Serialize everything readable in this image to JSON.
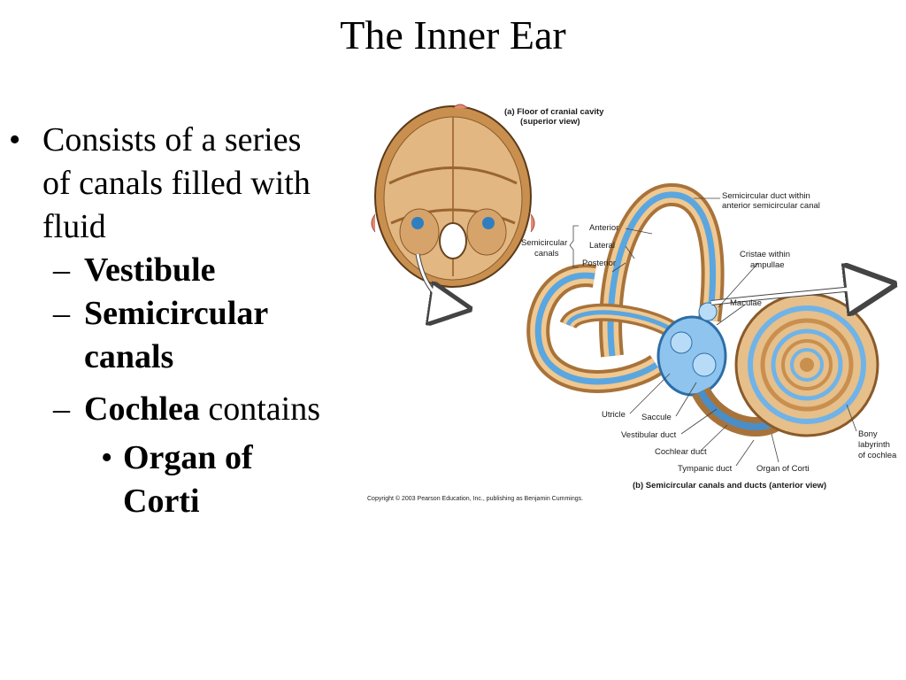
{
  "slide": {
    "title": "The Inner Ear"
  },
  "bullets": {
    "main_lines": [
      "Consists of a series",
      "of canals filled with",
      "fluid"
    ],
    "vestibule": "Vestibule",
    "semicircular_1": "Semicircular",
    "semicircular_2": "canals",
    "cochlea": "Cochlea",
    "contains": " contains",
    "organ_1": "Organ of",
    "organ_2": "Corti",
    "dash": "–",
    "dot": "•"
  },
  "figure": {
    "caption_a_1": "(a) Floor of cranial cavity",
    "caption_a_2": "(superior view)",
    "caption_b": "(b) Semicircular canals and ducts (anterior view)",
    "copyright": "Copyright © 2003 Pearson Education, Inc., publishing as Benjamin Cummings.",
    "labels": {
      "semicircular_duct_1": "Semicircular duct within",
      "semicircular_duct_2": "anterior semicircular canal",
      "anterior": "Anterior",
      "lateral": "Lateral",
      "posterior": "Posterior",
      "semicircular_canals_1": "Semicircular",
      "semicircular_canals_2": "canals",
      "cristae_1": "Cristae within",
      "cristae_2": "ampullae",
      "maculae": "Maculae",
      "utricle": "Utricle",
      "saccule": "Saccule",
      "vestibular_duct": "Vestibular duct",
      "cochlear_duct": "Cochlear duct",
      "tympanic_duct": "Tympanic duct",
      "organ_of_corti": "Organ of Corti",
      "bony_1": "Bony",
      "bony_2": "labyrinth",
      "bony_3": "of cochlea"
    },
    "colors": {
      "bone": "#d9a86a",
      "bone_dark": "#a8733a",
      "fluid": "#6fb3e8",
      "fluid_dark": "#2b6ea8",
      "outline": "#1a1a1a"
    }
  }
}
